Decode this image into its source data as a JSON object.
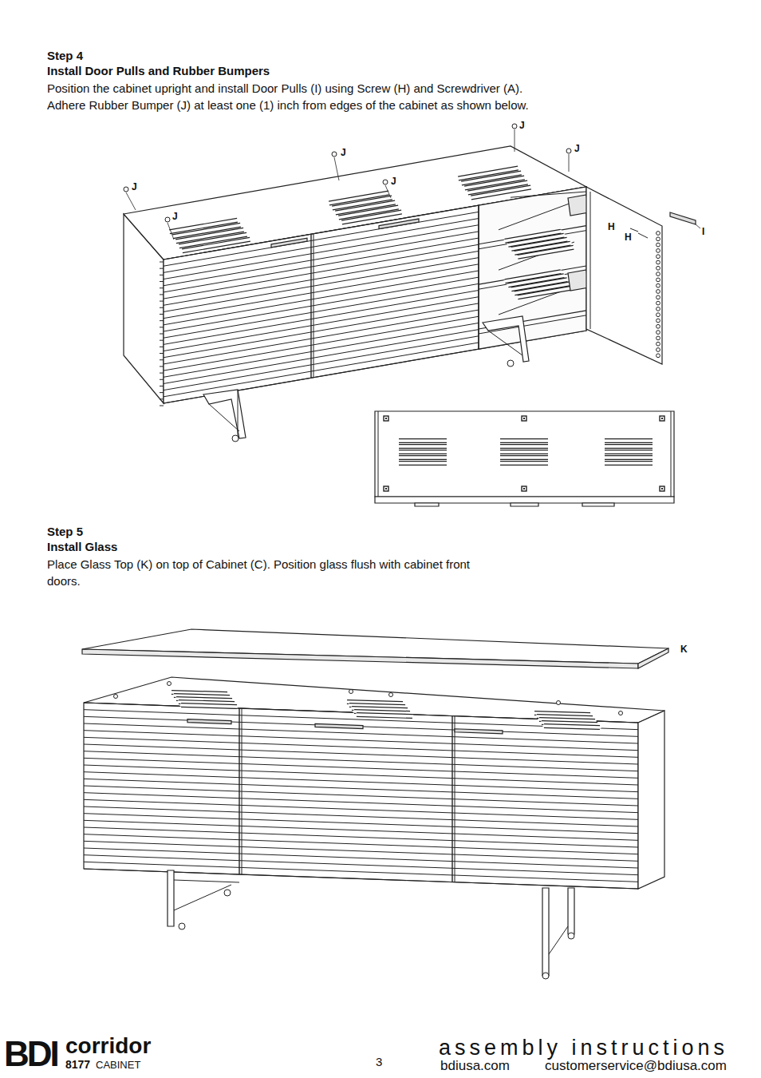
{
  "diagram": {
    "labels": [
      "Step 4",
      "Install Door Pulls and Rubber Bumpers",
      "Position the cabinet upright and install Door Pulls (I) using Screw (H) and Screwdriver (A). Adhere Rubber Bumper (J) at least one (1) inch from edges of the cabinet as shown below.",
      "J",
      "J",
      "J",
      "J",
      "J",
      "J",
      "H",
      "H",
      "I",
      "Step 5",
      "Install Glass",
      "Place Glass Top (K) on top of Cabinet (C). Position glass flush with cabinet front doors.",
      "K",
      "BDI",
      "corridor",
      "8177",
      "CABINET",
      "3",
      "assembly instructions",
      "bdiusa.com",
      "customerservice@bdiusa.com"
    ]
  }
}
